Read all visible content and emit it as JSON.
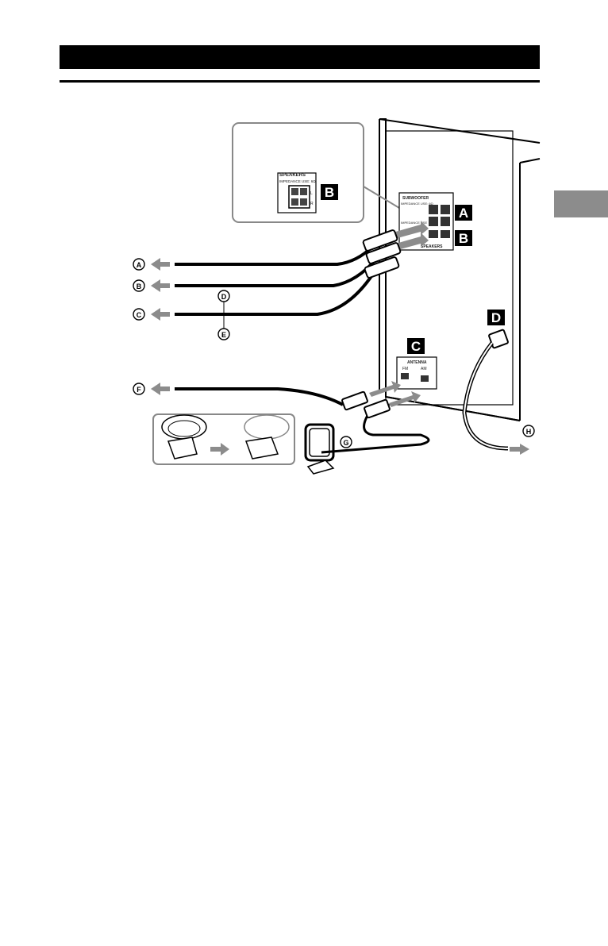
{
  "header": {
    "title": ""
  },
  "labels": {
    "A_square": "A",
    "B_square_inset": "B",
    "B_square": "B",
    "C_square": "C",
    "D_square": "D",
    "a_circ": "A",
    "b_circ": "B",
    "c_circ": "C",
    "d_circ": "D",
    "e_circ": "E",
    "f_circ": "F",
    "g_circ": "G",
    "h_circ": "H"
  },
  "panel": {
    "speakers": "SPEAKERS",
    "speakers_imp": "IMPEDANCE USE: 6Ω",
    "subwoofer": "SUBWOOFER",
    "sub_imp": "IMPEDANCE USE: 6Ω",
    "imp2": "IMPEDANCE USE",
    "speakers2": "SPEAKERS",
    "antenna": "ANTENNA",
    "fm": "FM",
    "am": "AM",
    "l": "L",
    "r": "R"
  },
  "colors": {
    "accent": "#000000",
    "arrow": "#8c8c8c",
    "tab": "#8c8c8c"
  }
}
